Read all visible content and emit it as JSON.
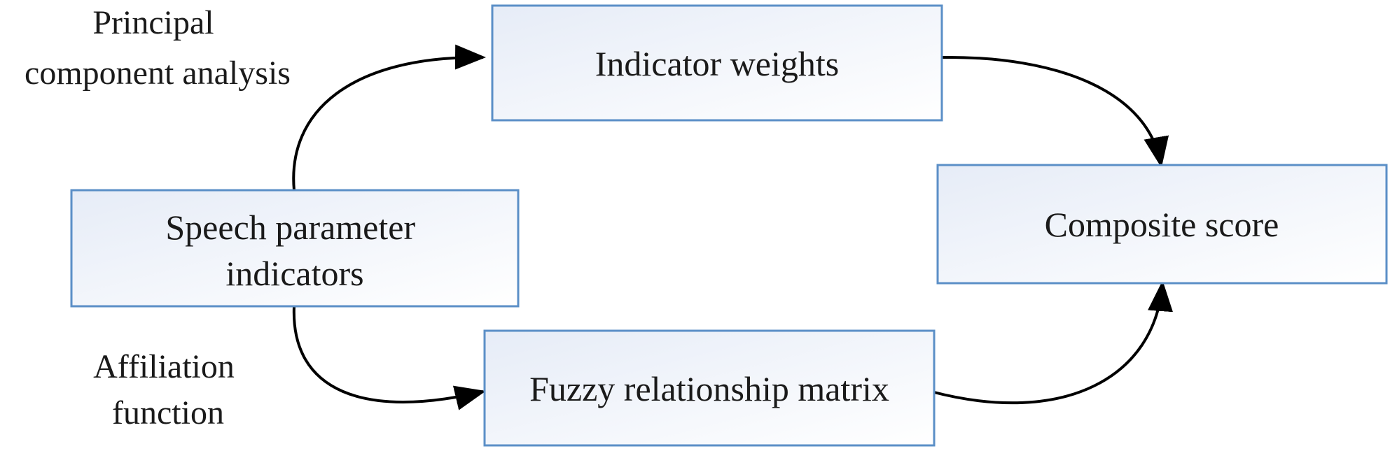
{
  "nodes": {
    "speech": {
      "lines": [
        "Speech parameter",
        "indicators"
      ]
    },
    "weights": {
      "lines": [
        "Indicator weights"
      ]
    },
    "fuzzy": {
      "lines": [
        "Fuzzy relationship matrix"
      ]
    },
    "composite": {
      "lines": [
        "Composite score"
      ]
    }
  },
  "edge_labels": {
    "pca": {
      "lines": [
        "Principal",
        "component analysis"
      ]
    },
    "affiliation": {
      "lines": [
        "Affiliation",
        "function"
      ]
    }
  },
  "colors": {
    "box_border": "#5b8fc7",
    "box_fill_start": "#e6ecf7",
    "box_fill_end": "#ffffff",
    "arrow": "#000000",
    "text": "#1a1a1a"
  }
}
